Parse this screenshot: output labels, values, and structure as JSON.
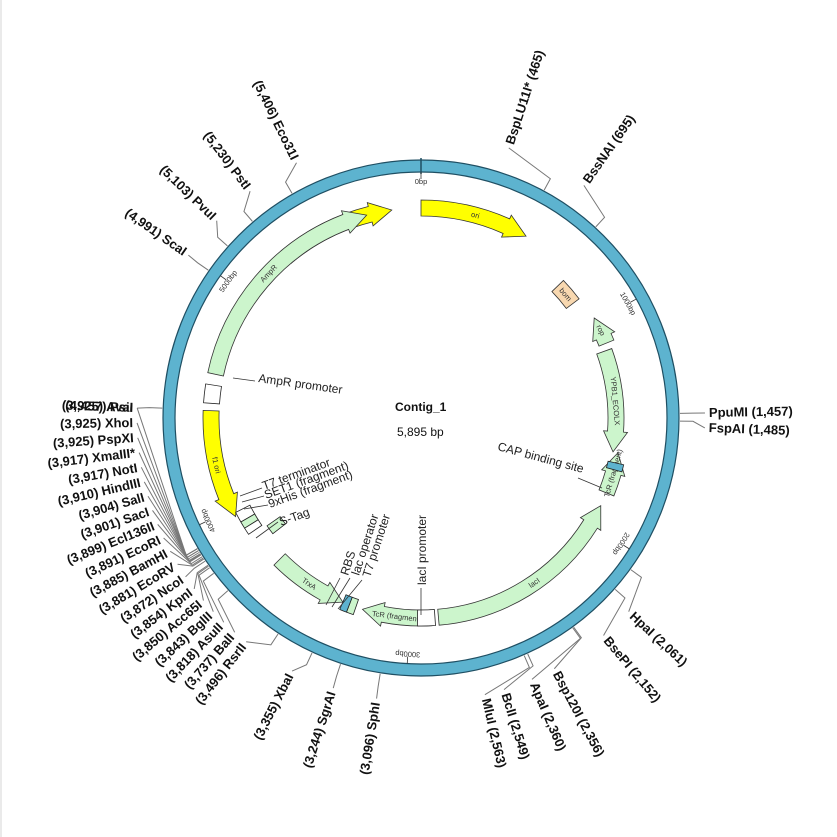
{
  "plasmid": {
    "name": "Contig_1",
    "size_label": "5,895 bp",
    "total_bp": 5895
  },
  "colors": {
    "backbone": "#5db3cf",
    "backbone_edge": "#1f4f63",
    "green": "#ccf5cc",
    "yellow": "#ffff00",
    "rop": "#f8d8b0",
    "white": "#ffffff"
  },
  "ticks": [
    {
      "bp": 0,
      "label": "0bp"
    },
    {
      "bp": 1000,
      "label": "1000bp"
    },
    {
      "bp": 2000,
      "label": "2000bp"
    },
    {
      "bp": 3000,
      "label": "3000bp"
    },
    {
      "bp": 4000,
      "label": "4000bp"
    },
    {
      "bp": 5000,
      "label": "5000bp"
    }
  ],
  "sites": [
    {
      "label": "BspLU11I* (465)",
      "bp": 465,
      "angle": 18
    },
    {
      "label": "BssNAI (695)",
      "bp": 695,
      "angle": 35
    },
    {
      "label": "PpuMI (1,457)",
      "bp": 1457,
      "angle": 89
    },
    {
      "label": "FspAI (1,485)",
      "bp": 1485,
      "angle": 92
    },
    {
      "label": "HpaI (2,061)",
      "bp": 2061,
      "angle": 133
    },
    {
      "label": "BsePI (2,152)",
      "bp": 2152,
      "angle": 140
    },
    {
      "label": "Bsp120I (2,356)",
      "bp": 2356,
      "angle": 152
    },
    {
      "label": "ApaI (2,360)",
      "bp": 2360,
      "angle": 157
    },
    {
      "label": "BclI (2,549)",
      "bp": 2549,
      "angle": 163
    },
    {
      "label": "MluI (2,563)",
      "bp": 2563,
      "angle": 167
    },
    {
      "label": "(3,096) SphI",
      "bp": 3096,
      "angle": 189
    },
    {
      "label": "(3,244) SgrAI",
      "bp": 3244,
      "angle": 198
    },
    {
      "label": "(3,355) XbaI",
      "bp": 3355,
      "angle": 207
    },
    {
      "label": "(3,496) RsrII",
      "bp": 3496,
      "angle": 218
    },
    {
      "label": "(3,737) BalI",
      "bp": 3737,
      "angle": 221
    },
    {
      "label": "(3,818) AsuII",
      "bp": 3818,
      "angle": 224
    },
    {
      "label": "(3,843) BglII",
      "bp": 3843,
      "angle": 227
    },
    {
      "label": "(3,850) Acc65I",
      "bp": 3850,
      "angle": 230
    },
    {
      "label": "(3,854) KpnI",
      "bp": 3854,
      "angle": 233
    },
    {
      "label": "(3,872) NcoI",
      "bp": 3872,
      "angle": 236
    },
    {
      "label": "(3,881) EcoRV",
      "bp": 3881,
      "angle": 239
    },
    {
      "label": "(3,885) BamHI",
      "bp": 3885,
      "angle": 242
    },
    {
      "label": "(3,891) EcoRI",
      "bp": 3891,
      "angle": 245
    },
    {
      "label": "(3,899) Ecl136II",
      "bp": 3899,
      "angle": 248
    },
    {
      "label": "(3,901) SacI",
      "bp": 3901,
      "angle": 251
    },
    {
      "label": "(3,904) SalI",
      "bp": 3904,
      "angle": 254
    },
    {
      "label": "(3,910) HindIII",
      "bp": 3910,
      "angle": 257
    },
    {
      "label": "(3,917) NotI",
      "bp": 3917,
      "angle": 260
    },
    {
      "label": "(3,917) XmaIII*",
      "bp": 3917,
      "angle": 263
    },
    {
      "label": "(3,925) PspXI",
      "bp": 3925,
      "angle": 266
    },
    {
      "label": "(3,925) XhoI",
      "bp": 3925,
      "angle": 269
    },
    {
      "label": "(3,925) AvaI",
      "bp": 3925,
      "angle": 272
    },
    {
      "label": "(4,457) PsiI",
      "bp": 4457,
      "angle": 272
    },
    {
      "label": "(4,991) ScaI",
      "bp": 4991,
      "angle": 305
    },
    {
      "label": "(5,103) PvuI",
      "bp": 5103,
      "angle": 314
    },
    {
      "label": "(5,230) PstI",
      "bp": 5230,
      "angle": 323
    },
    {
      "label": "(5,406) Eco31I",
      "bp": 5406,
      "angle": 334
    }
  ],
  "features": [
    {
      "name": "ori",
      "label": "ori",
      "start": -40,
      "end": -8,
      "r": 210,
      "width": 16,
      "color": "yellow",
      "dir": 1
    },
    {
      "name": "ori-main",
      "label": "ori",
      "start": 0,
      "end": 30,
      "r": 210,
      "width": 16,
      "color": "yellow",
      "dir": 1
    },
    {
      "name": "bom",
      "label": "bom",
      "start": 46,
      "end": 53,
      "r": 190,
      "width": 16,
      "color": "rop",
      "dir": 0
    },
    {
      "name": "rop",
      "label": "rop",
      "start": 60,
      "end": 68,
      "r": 200,
      "width": 16,
      "color": "green",
      "dir": -1
    },
    {
      "name": "ypb1",
      "label": "YPB1_ECOLX",
      "start": 70,
      "end": 100,
      "r": 195,
      "width": 16,
      "color": "green",
      "dir": 1
    },
    {
      "name": "tcr-1",
      "label": "TcR (fragment)",
      "start": 100,
      "end": 112,
      "r": 200,
      "width": 16,
      "color": "green",
      "dir": -1
    },
    {
      "name": "laci",
      "label": "lacI",
      "start": 116,
      "end": 175,
      "r": 200,
      "width": 16,
      "color": "green",
      "dir": -1
    },
    {
      "name": "tcr-2",
      "label": "TcR (fragment)",
      "start": 177,
      "end": 197,
      "r": 200,
      "width": 16,
      "color": "green",
      "dir": 1
    },
    {
      "name": "trxa",
      "label": "TrxA",
      "start": 203,
      "end": 225,
      "r": 200,
      "width": 16,
      "color": "green",
      "dir": -1
    },
    {
      "name": "f1-ori",
      "label": "f1 ori",
      "start": 242,
      "end": 272,
      "r": 210,
      "width": 16,
      "color": "yellow",
      "dir": -1
    },
    {
      "name": "ampr",
      "label": "AmpR",
      "start": 282,
      "end": 345,
      "r": 210,
      "width": 16,
      "color": "green",
      "dir": 1
    }
  ],
  "small_boxes": [
    {
      "name": "ampr-promoter-box",
      "start": 274,
      "end": 279,
      "r": 210,
      "color": "white"
    },
    {
      "name": "laci-promoter-box",
      "start": 176,
      "end": 181,
      "r": 200,
      "color": "white"
    },
    {
      "name": "cap-box",
      "start": 103,
      "end": 105,
      "r": 200,
      "color": "backbone"
    },
    {
      "name": "rbs-box",
      "start": 199,
      "end": 201,
      "r": 200,
      "color": "green"
    },
    {
      "name": "lac-op-box",
      "start": 201,
      "end": 203,
      "r": 200,
      "color": "backbone"
    },
    {
      "name": "t7-term-box",
      "start": 240,
      "end": 243,
      "r": 200,
      "color": "white"
    },
    {
      "name": "set1-box",
      "start": 238,
      "end": 240,
      "r": 200,
      "color": "green"
    },
    {
      "name": "his-box",
      "start": 236,
      "end": 238,
      "r": 200,
      "color": "white"
    },
    {
      "name": "stag-box",
      "start": 232,
      "end": 235,
      "r": 180,
      "color": "green"
    }
  ],
  "annotations": [
    {
      "label": "AmpR promoter"
    },
    {
      "label": "CAP binding site"
    },
    {
      "label": "T7 terminator"
    },
    {
      "label": "SET1 (fragment)"
    },
    {
      "label": "9xHis (fragment)"
    },
    {
      "label": "S-Tag"
    },
    {
      "label": "RBS"
    },
    {
      "label": "lac operator"
    },
    {
      "label": "T7 promoter"
    },
    {
      "label": "lacI promoter"
    }
  ]
}
